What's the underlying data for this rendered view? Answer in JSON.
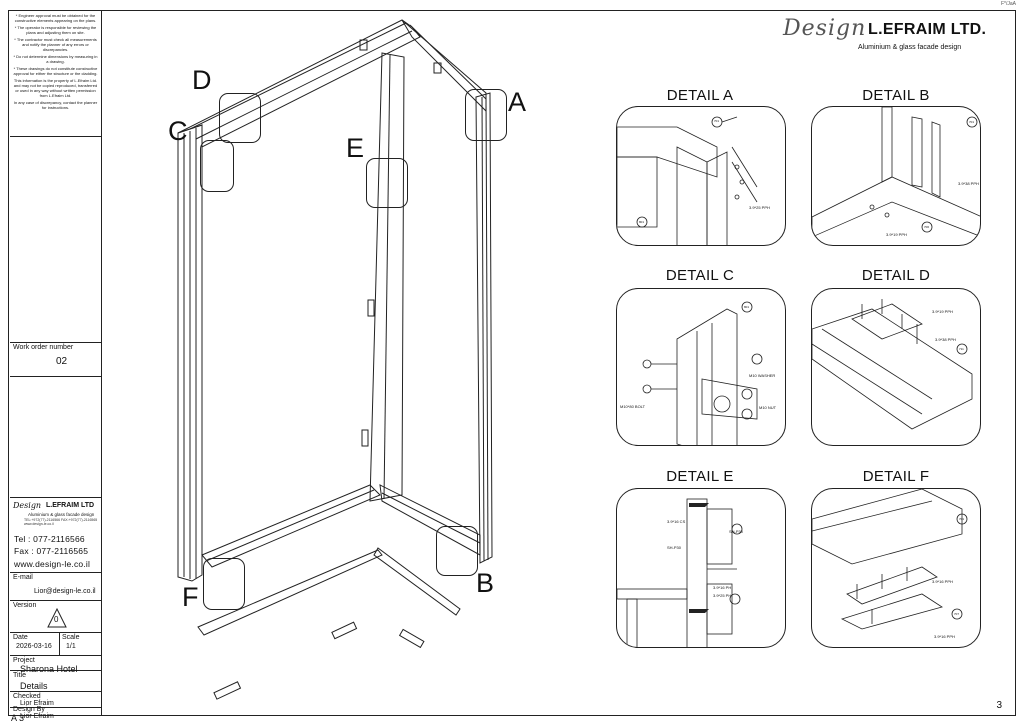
{
  "sheet": {
    "corner_mark": "F*/JaA",
    "sheet_number": "3",
    "paper_size": "A 3"
  },
  "notes": [
    "* Engineer approval must be obtained for the constructive elements appearing on the plans.",
    "* The operator is responsible for reviewing the plans and adjusting them on site.",
    "* The contractor must check all measurements and notify the planner of any errors or discrepancies.",
    "* Do not determine dimensions by measuring in a drawing.",
    "* These drawings do not constitute constructive approval for either the structure or the cladding.",
    "This information is the property of L.Efraim Ltd. and may not be copied reproduced, transferred or used in any way without written permission from L.Efraim Ltd.",
    "In any case of discrepancy, contact the planner for instructions."
  ],
  "title_block": {
    "work_order_label": "Work order number",
    "work_order_value": "02",
    "logo_script": "Design",
    "logo_name": "L.EFRAIM LTD",
    "logo_sub": "Aluminium & glass facade design",
    "logo_tiny": "TEL:+972(77)-2116566 FAX:+972(77)-2116565 www.design-le.co.il",
    "tel": "Tel : 077-2116566",
    "fax": "Fax : 077-2116565",
    "web": "www.design-le.co.il",
    "email_label": "E-mail",
    "email_value": "Lior@design-le.co.il",
    "version_label": "Version",
    "version_value": "0",
    "date_label": "Date",
    "date_value": "2026-03-16",
    "scale_label": "Scale",
    "scale_value": "1/1",
    "project_label": "Project",
    "project_value": "Sharona Hotel",
    "title_label": "Title",
    "title_value": "Details",
    "checked_label": "Checked",
    "checked_value": "Lior Efraim",
    "design_label": "Design By",
    "design_value": "Lior Efraim"
  },
  "header": {
    "script": "Design",
    "name": "L.EFRAIM LTD.",
    "subtitle": "Aluminium & glass facade design"
  },
  "callouts": {
    "a": "A",
    "b": "B",
    "c": "C",
    "d": "D",
    "e": "E",
    "f": "F"
  },
  "details": {
    "a": {
      "title": "DETAIL A",
      "labels": [
        "3.9*25 PPH",
        "701",
        "801"
      ]
    },
    "b": {
      "title": "DETAIL B",
      "labels": [
        "3.9*38 PPH",
        "3.9*19 PPH",
        "701",
        "706"
      ]
    },
    "c": {
      "title": "DETAIL C",
      "labels": [
        "M10 WASHER",
        "M10 NUT",
        "M10*80 BOLT",
        "801"
      ]
    },
    "d": {
      "title": "DETAIL D",
      "labels": [
        "3.9*19 PPH",
        "3.9*38 PPH",
        "711"
      ]
    },
    "e": {
      "title": "DETAIL E",
      "labels": [
        "3.9*16 CS",
        "3.9*16 PH",
        "3.9*25 PH",
        "SH-P30",
        "SH-P30"
      ]
    },
    "f": {
      "title": "DETAIL F",
      "labels": [
        "3.9*16 PPH",
        "3.9*16 PPH",
        "701",
        "707"
      ]
    }
  }
}
